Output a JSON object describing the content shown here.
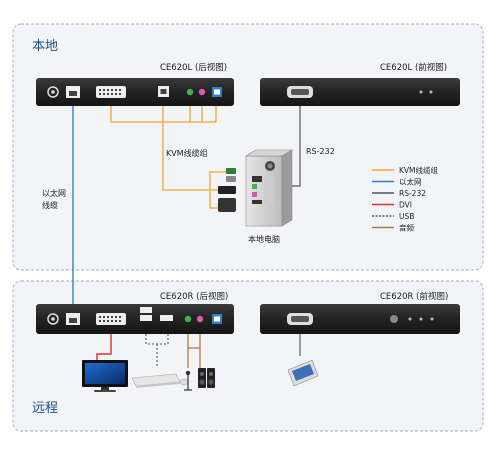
{
  "regions": {
    "local": "本地",
    "remote": "远程"
  },
  "devices": {
    "local_rear": "CE620L (后视图)",
    "local_front": "CE620L (前视图)",
    "remote_rear": "CE620R (后视图)",
    "remote_front": "CE620R (前视图)",
    "local_pc": "本地电脑"
  },
  "cable_labels": {
    "kvm": "KVM线缆组",
    "rs232": "RS-232",
    "ethernet_line1": "以太网",
    "ethernet_line2": "线缆"
  },
  "legend": [
    {
      "key": "kvm",
      "label": "KVM线缆组",
      "color": "#f0a830",
      "dashed": false
    },
    {
      "key": "ethernet",
      "label": "以太网",
      "color": "#3a7fc0",
      "dashed": false
    },
    {
      "key": "rs232",
      "label": "RS-232",
      "color": "#555555",
      "dashed": false
    },
    {
      "key": "dvi",
      "label": "DVI",
      "color": "#e0302a",
      "dashed": false
    },
    {
      "key": "usb",
      "label": "USB",
      "color": "#555555",
      "dashed": true
    },
    {
      "key": "audio",
      "label": "音频",
      "color": "#b07a45",
      "dashed": false
    }
  ],
  "colors": {
    "region_border": "#9fb0c4",
    "region_fill": "#f2f4f7",
    "device_body": "#262626",
    "kvm": "#f0a830",
    "ethernet": "#3a7fc0",
    "rs232": "#555555",
    "dvi": "#e0302a",
    "usb": "#555555",
    "audio": "#b07a45"
  },
  "icons": [
    "monitor-icon",
    "keyboard-icon",
    "mouse-icon",
    "speakers-icon",
    "microphone-icon",
    "pc-tower-icon",
    "touchpad-icon"
  ]
}
